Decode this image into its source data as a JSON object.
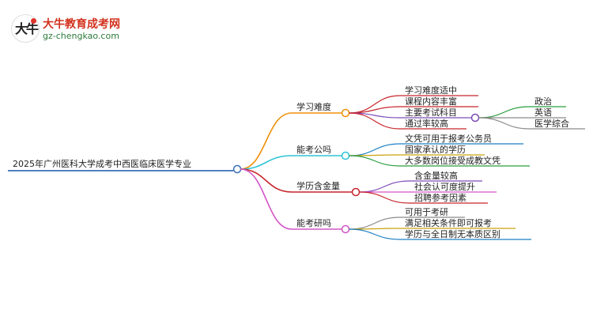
{
  "header": {
    "site_name": "大牛教育成考网",
    "site_url": "gz-chengkao.com",
    "logo_glyph": "大牛",
    "logo_icon": "bull-logo-icon"
  },
  "colors": {
    "root": "#3a6fb5",
    "xuexi": "#f0900a",
    "nengkao": "#2ec4d6",
    "xueli": "#c7252b",
    "kaoyan": "#d455c7",
    "leaf_red": "#c7252b",
    "leaf_teal": "#1fa79a",
    "leaf_purple": "#7c4bb8",
    "leaf_green": "#2a9d3f",
    "leaf_blue": "#1b7fc4",
    "leaf_pink": "#d455c7",
    "leaf_gray": "#8a8a8a",
    "leaf_gold": "#c9a20d"
  },
  "mindmap": {
    "root": "2025年广州医科大学成考中西医临床医学专业",
    "branches": [
      {
        "label": "学习难度",
        "color": "xuexi",
        "children": [
          {
            "label": "学习难度适中",
            "color": "leaf_red"
          },
          {
            "label": "课程内容丰富",
            "color": "leaf_red"
          },
          {
            "label": "主要考试科目",
            "color": "leaf_purple",
            "children": [
              {
                "label": "政治",
                "color": "leaf_green"
              },
              {
                "label": "英语",
                "color": "leaf_gray"
              },
              {
                "label": "医学综合",
                "color": "leaf_gray"
              }
            ]
          },
          {
            "label": "通过率较高",
            "color": "leaf_red"
          }
        ]
      },
      {
        "label": "能考公吗",
        "color": "nengkao",
        "children": [
          {
            "label": "文凭可用于报考公务员",
            "color": "leaf_blue"
          },
          {
            "label": "国家承认的学历",
            "color": "leaf_gold"
          },
          {
            "label": "大多数岗位接受成教文凭",
            "color": "leaf_green"
          }
        ]
      },
      {
        "label": "学历含金量",
        "color": "xueli",
        "children": [
          {
            "label": "含金量较高",
            "color": "leaf_purple"
          },
          {
            "label": "社会认可度提升",
            "color": "leaf_pink"
          },
          {
            "label": "招聘参考因素",
            "color": "leaf_red"
          }
        ]
      },
      {
        "label": "能考研吗",
        "color": "kaoyan",
        "children": [
          {
            "label": "可用于考研",
            "color": "leaf_gray"
          },
          {
            "label": "满足相关条件即可报考",
            "color": "leaf_gold"
          },
          {
            "label": "学历与全日制无本质区别",
            "color": "leaf_blue"
          }
        ]
      }
    ]
  }
}
